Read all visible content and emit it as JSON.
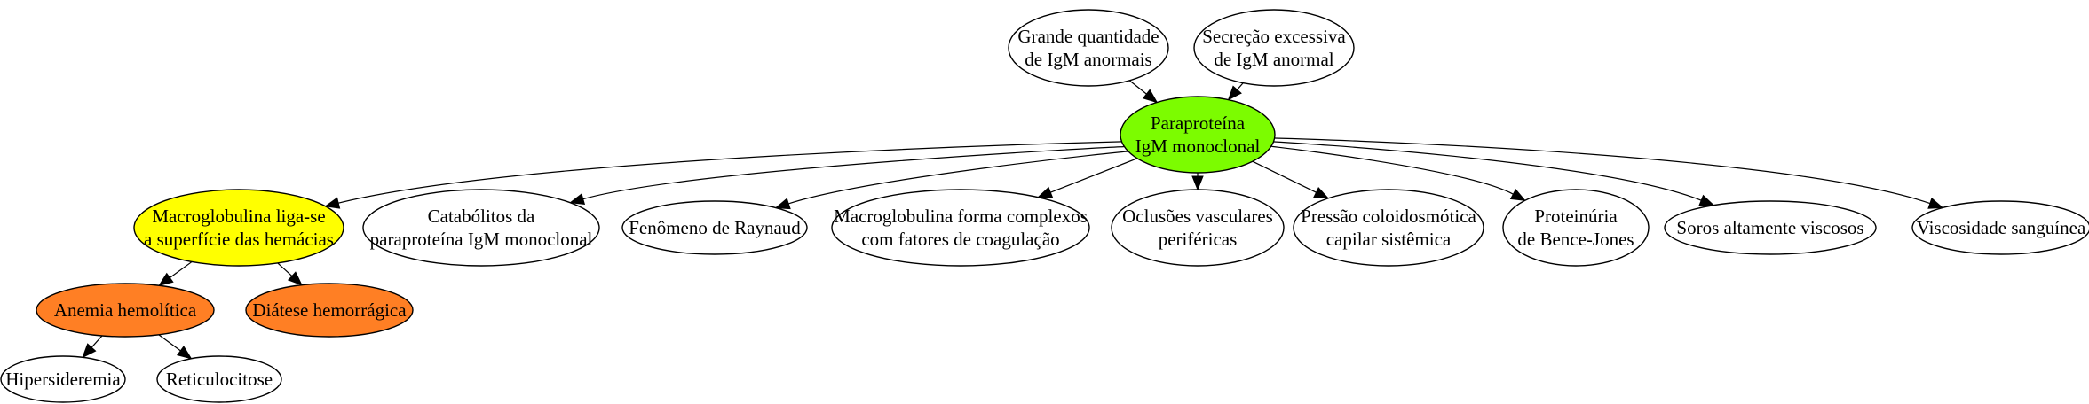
{
  "diagram": {
    "nodes": [
      {
        "id": "grande",
        "lines": [
          "Grande quantidade",
          "de IgM anormais"
        ],
        "fill": "#ffffff"
      },
      {
        "id": "secrecao",
        "lines": [
          "Secreção excessiva",
          "de IgM anormal"
        ],
        "fill": "#ffffff"
      },
      {
        "id": "paraproteina",
        "lines": [
          "Paraproteína",
          "IgM monoclonal"
        ],
        "fill": "#7cfc00"
      },
      {
        "id": "macro_liga",
        "lines": [
          "Macroglobulina liga-se",
          "a superfície das hemácias"
        ],
        "fill": "#ffff00"
      },
      {
        "id": "catabolitos",
        "lines": [
          "Catabólitos da",
          "paraproteína IgM monoclonal"
        ],
        "fill": "#ffffff"
      },
      {
        "id": "raynaud",
        "lines": [
          "Fenômeno de Raynaud"
        ],
        "fill": "#ffffff"
      },
      {
        "id": "macro_complexos",
        "lines": [
          "Macroglobulina forma complexos",
          "com fatores de coagulação"
        ],
        "fill": "#ffffff"
      },
      {
        "id": "oclusoes",
        "lines": [
          "Oclusões vasculares",
          "periféricas"
        ],
        "fill": "#ffffff"
      },
      {
        "id": "pressao",
        "lines": [
          "Pressão coloidosmótica",
          "capilar sistêmica"
        ],
        "fill": "#ffffff"
      },
      {
        "id": "proteinuria",
        "lines": [
          "Proteinúria",
          "de Bence-Jones"
        ],
        "fill": "#ffffff"
      },
      {
        "id": "soros",
        "lines": [
          "Soros altamente viscosos"
        ],
        "fill": "#ffffff"
      },
      {
        "id": "viscosidade",
        "lines": [
          "Viscosidade sanguínea"
        ],
        "fill": "#ffffff"
      },
      {
        "id": "anemia",
        "lines": [
          "Anemia hemolítica"
        ],
        "fill": "#ff7f24"
      },
      {
        "id": "diatese",
        "lines": [
          "Diátese hemorrágica"
        ],
        "fill": "#ff7f24"
      },
      {
        "id": "hipersideremia",
        "lines": [
          "Hipersideremia"
        ],
        "fill": "#ffffff"
      },
      {
        "id": "reticulocitose",
        "lines": [
          "Reticulocitose"
        ],
        "fill": "#ffffff"
      }
    ],
    "edges": [
      {
        "from": "grande",
        "to": "paraproteina"
      },
      {
        "from": "secrecao",
        "to": "paraproteina"
      },
      {
        "from": "paraproteina",
        "to": "macro_liga"
      },
      {
        "from": "paraproteina",
        "to": "catabolitos"
      },
      {
        "from": "paraproteina",
        "to": "raynaud"
      },
      {
        "from": "paraproteina",
        "to": "macro_complexos"
      },
      {
        "from": "paraproteina",
        "to": "oclusoes"
      },
      {
        "from": "paraproteina",
        "to": "pressao"
      },
      {
        "from": "paraproteina",
        "to": "proteinuria"
      },
      {
        "from": "paraproteina",
        "to": "soros"
      },
      {
        "from": "paraproteina",
        "to": "viscosidade"
      },
      {
        "from": "macro_liga",
        "to": "anemia"
      },
      {
        "from": "macro_liga",
        "to": "diatese"
      },
      {
        "from": "anemia",
        "to": "hipersideremia"
      },
      {
        "from": "anemia",
        "to": "reticulocitose"
      }
    ]
  }
}
